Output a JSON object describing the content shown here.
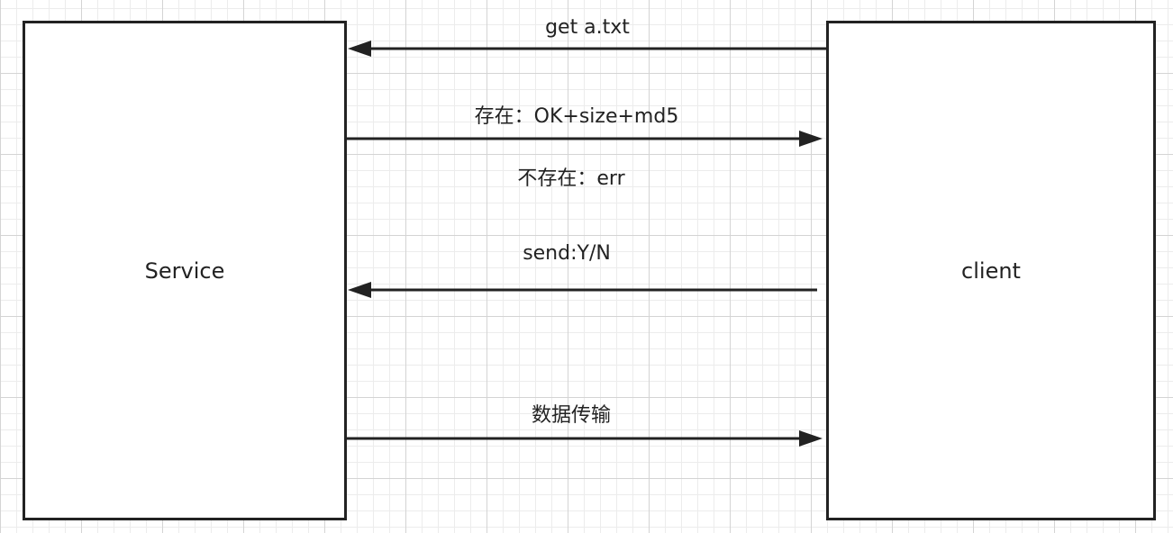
{
  "diagram": {
    "nodes": {
      "service": {
        "label": "Service"
      },
      "client": {
        "label": "client"
      }
    },
    "messages": [
      {
        "id": "request",
        "label": "get a.txt",
        "from": "client",
        "to": "service"
      },
      {
        "id": "reply",
        "label": "存在：OK+size+md5",
        "from": "service",
        "to": "client"
      },
      {
        "id": "error",
        "label": "不存在：err"
      },
      {
        "id": "confirm",
        "label": "send:Y/N",
        "from": "client",
        "to": "service"
      },
      {
        "id": "transfer",
        "label": "数据传输",
        "from": "service",
        "to": "client"
      }
    ]
  }
}
